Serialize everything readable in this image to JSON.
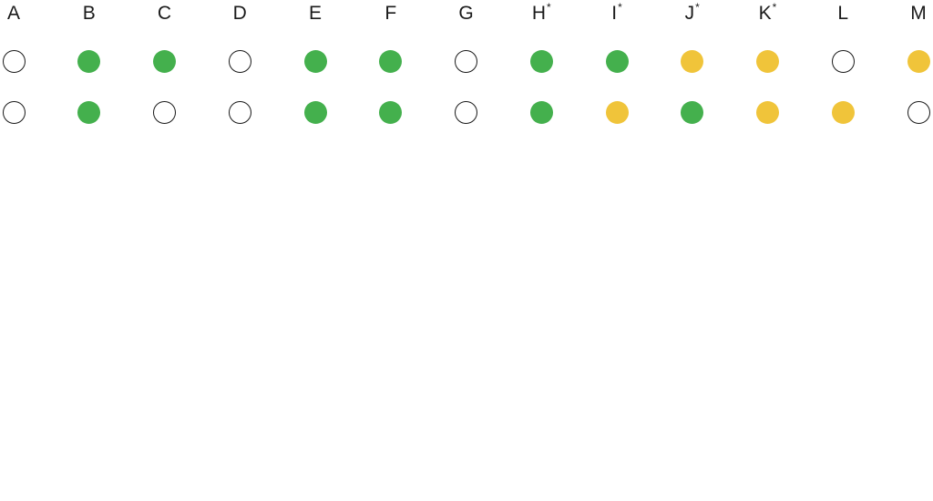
{
  "colors": {
    "green": "#44b04d",
    "yellow": "#f0c43a",
    "empty": "#ffffff",
    "text": "#1a1a1a"
  },
  "columns": [
    {
      "label": "A",
      "starred": false,
      "row1": "empty",
      "row2": "empty"
    },
    {
      "label": "B",
      "starred": false,
      "row1": "green",
      "row2": "green"
    },
    {
      "label": "C",
      "starred": false,
      "row1": "green",
      "row2": "empty"
    },
    {
      "label": "D",
      "starred": false,
      "row1": "empty",
      "row2": "empty"
    },
    {
      "label": "E",
      "starred": false,
      "row1": "green",
      "row2": "green"
    },
    {
      "label": "F",
      "starred": false,
      "row1": "green",
      "row2": "green"
    },
    {
      "label": "G",
      "starred": false,
      "row1": "empty",
      "row2": "empty"
    },
    {
      "label": "H",
      "starred": true,
      "row1": "green",
      "row2": "green"
    },
    {
      "label": "I",
      "starred": true,
      "row1": "green",
      "row2": "yellow"
    },
    {
      "label": "J",
      "starred": true,
      "row1": "yellow",
      "row2": "green"
    },
    {
      "label": "K",
      "starred": true,
      "row1": "yellow",
      "row2": "yellow"
    },
    {
      "label": "L",
      "starred": false,
      "row1": "empty",
      "row2": "yellow"
    },
    {
      "label": "M",
      "starred": false,
      "row1": "yellow",
      "row2": "empty"
    }
  ],
  "star_symbol": "*"
}
